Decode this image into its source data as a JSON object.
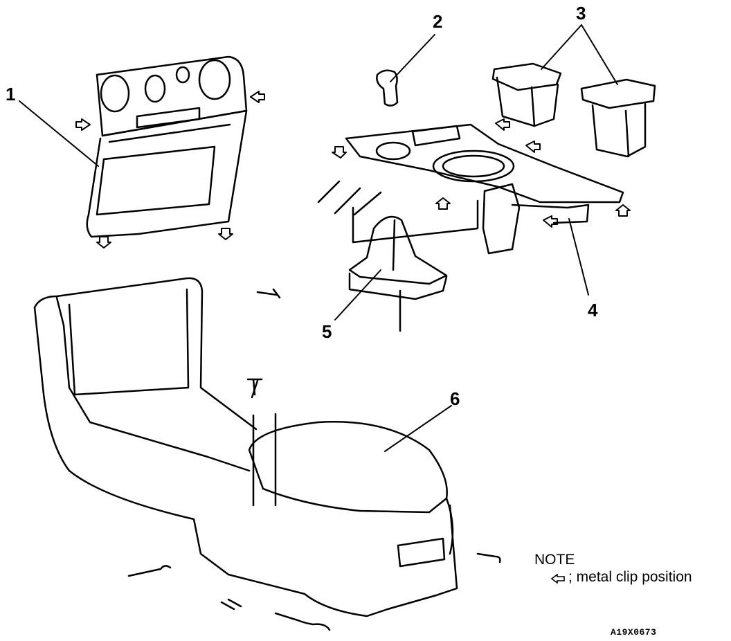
{
  "callouts": {
    "c1": "1",
    "c2": "2",
    "c3": "3",
    "c4": "4",
    "c5": "5",
    "c6": "6"
  },
  "note": {
    "title": "NOTE",
    "text": "; metal clip position",
    "symbol": "clip-arrow-icon"
  },
  "reference_code": "A19X0673"
}
